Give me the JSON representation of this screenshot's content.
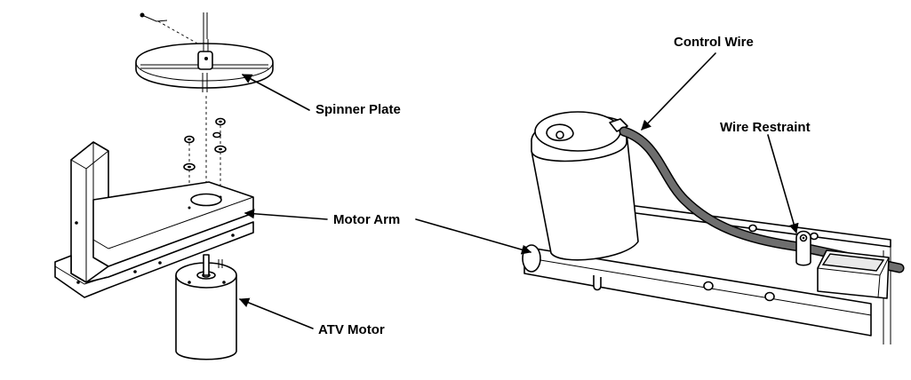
{
  "labels": {
    "spinner_plate": "Spinner Plate",
    "motor_arm": "Motor Arm",
    "atv_motor": "ATV Motor",
    "control_wire": "Control Wire",
    "wire_restraint": "Wire Restraint"
  },
  "colors": {
    "line": "#000000",
    "control_wire": "#6e6e6e",
    "background": "#ffffff"
  }
}
